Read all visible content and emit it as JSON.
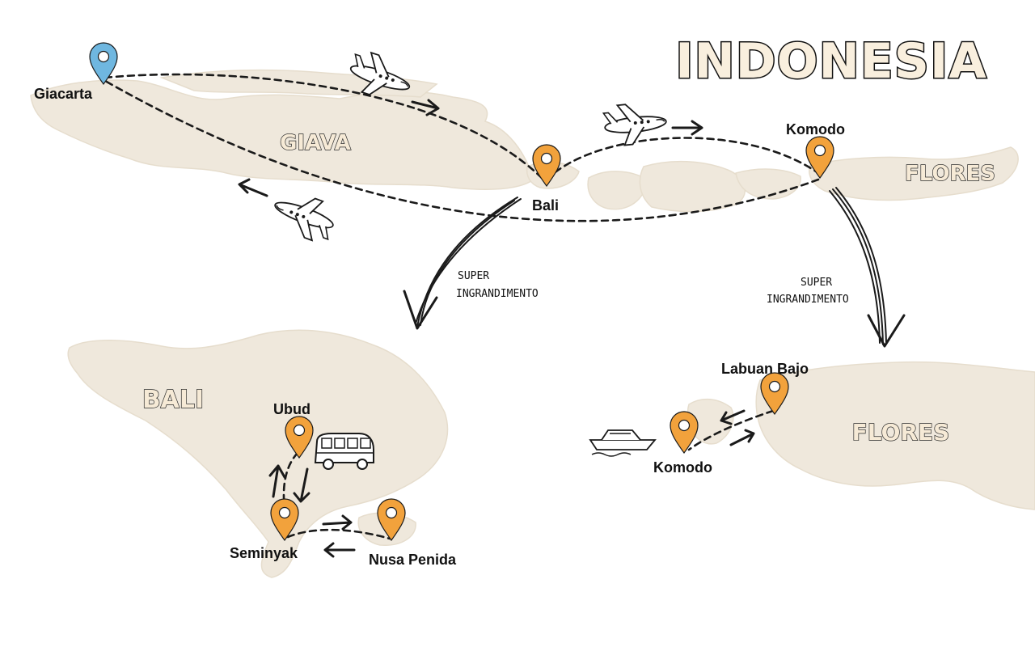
{
  "map": {
    "title": "INDONESIA",
    "regions": {
      "java": "GIAVA",
      "flores_top": "FLORES",
      "bali": "BALI",
      "flores_detail": "FLORES"
    },
    "places": {
      "giacarta": "Giacarta",
      "bali": "Bali",
      "komodo_top": "Komodo",
      "ubud": "Ubud",
      "seminyak": "Seminyak",
      "nusa_penida": "Nusa Penida",
      "labuan_bajo": "Labuan Bajo",
      "komodo_detail": "Komodo"
    },
    "zoom_notes": {
      "left": {
        "line1": "SUPER",
        "line2": "INGRANDIMENTO"
      },
      "right": {
        "line1": "SUPER",
        "line2": "INGRANDIMENTO"
      }
    },
    "colors": {
      "land": "#efe8dc",
      "pin_orange": "#f2a23c",
      "pin_blue": "#6fb7e0",
      "ink": "#1a1a1a"
    },
    "icons": [
      "airplane-icon",
      "minivan-icon",
      "speedboat-icon",
      "map-pin-icon"
    ]
  }
}
